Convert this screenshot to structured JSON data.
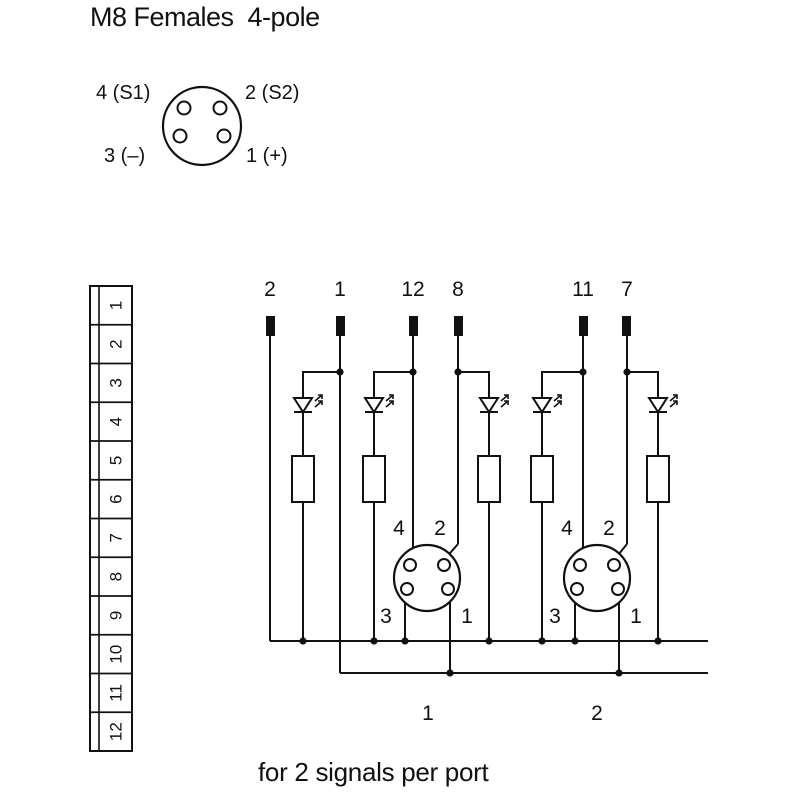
{
  "title": "M8 Females  4-pole",
  "pinout": {
    "pin4": "4 (S1)",
    "pin2": "2 (S2)",
    "pin3": "3 (–)",
    "pin1": "1 (+)"
  },
  "terminal_strip": [
    "1",
    "2",
    "3",
    "4",
    "5",
    "6",
    "7",
    "8",
    "9",
    "10",
    "11",
    "12"
  ],
  "wire_labels": [
    "2",
    "1",
    "12",
    "8",
    "11",
    "7"
  ],
  "connector_pins": {
    "top_left": "4",
    "top_right": "2",
    "bottom_left": "3",
    "bottom_right": "1"
  },
  "ports": [
    "1",
    "2"
  ],
  "caption": "for 2 signals per port"
}
